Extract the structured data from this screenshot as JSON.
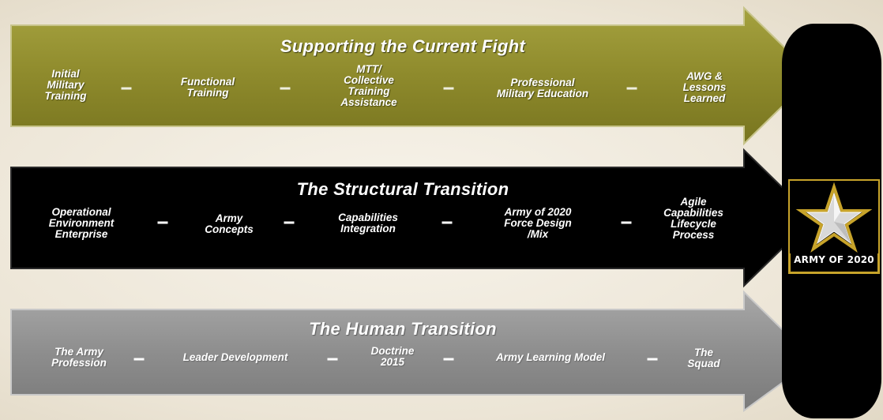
{
  "bands": [
    {
      "title": "Supporting the Current Fight",
      "color": "#8f8b2e",
      "steps": [
        "Initial\nMilitary\nTraining",
        "Functional\nTraining",
        "MTT/\nCollective\nTraining\nAssistance",
        "Professional\nMilitary Education",
        "AWG &\nLessons\nLearned"
      ]
    },
    {
      "title": "The Structural Transition",
      "color": "#000000",
      "steps": [
        "Operational\nEnvironment\nEnterprise",
        "Army\nConcepts",
        "Capabilities\nIntegration",
        "Army of 2020\nForce Design\n/Mix",
        "Agile\nCapabilities\nLifecycle\nProcess"
      ]
    },
    {
      "title": "The Human Transition",
      "color": "#8c8c8c",
      "steps": [
        "The Army\nProfession",
        "Leader Development",
        "Doctrine\n2015",
        "Army Learning Model",
        "The\nSquad"
      ]
    }
  ],
  "badge": {
    "label": "ARMY OF 2020",
    "star_icon": "army-star-icon",
    "border_color": "#c7a32a"
  }
}
